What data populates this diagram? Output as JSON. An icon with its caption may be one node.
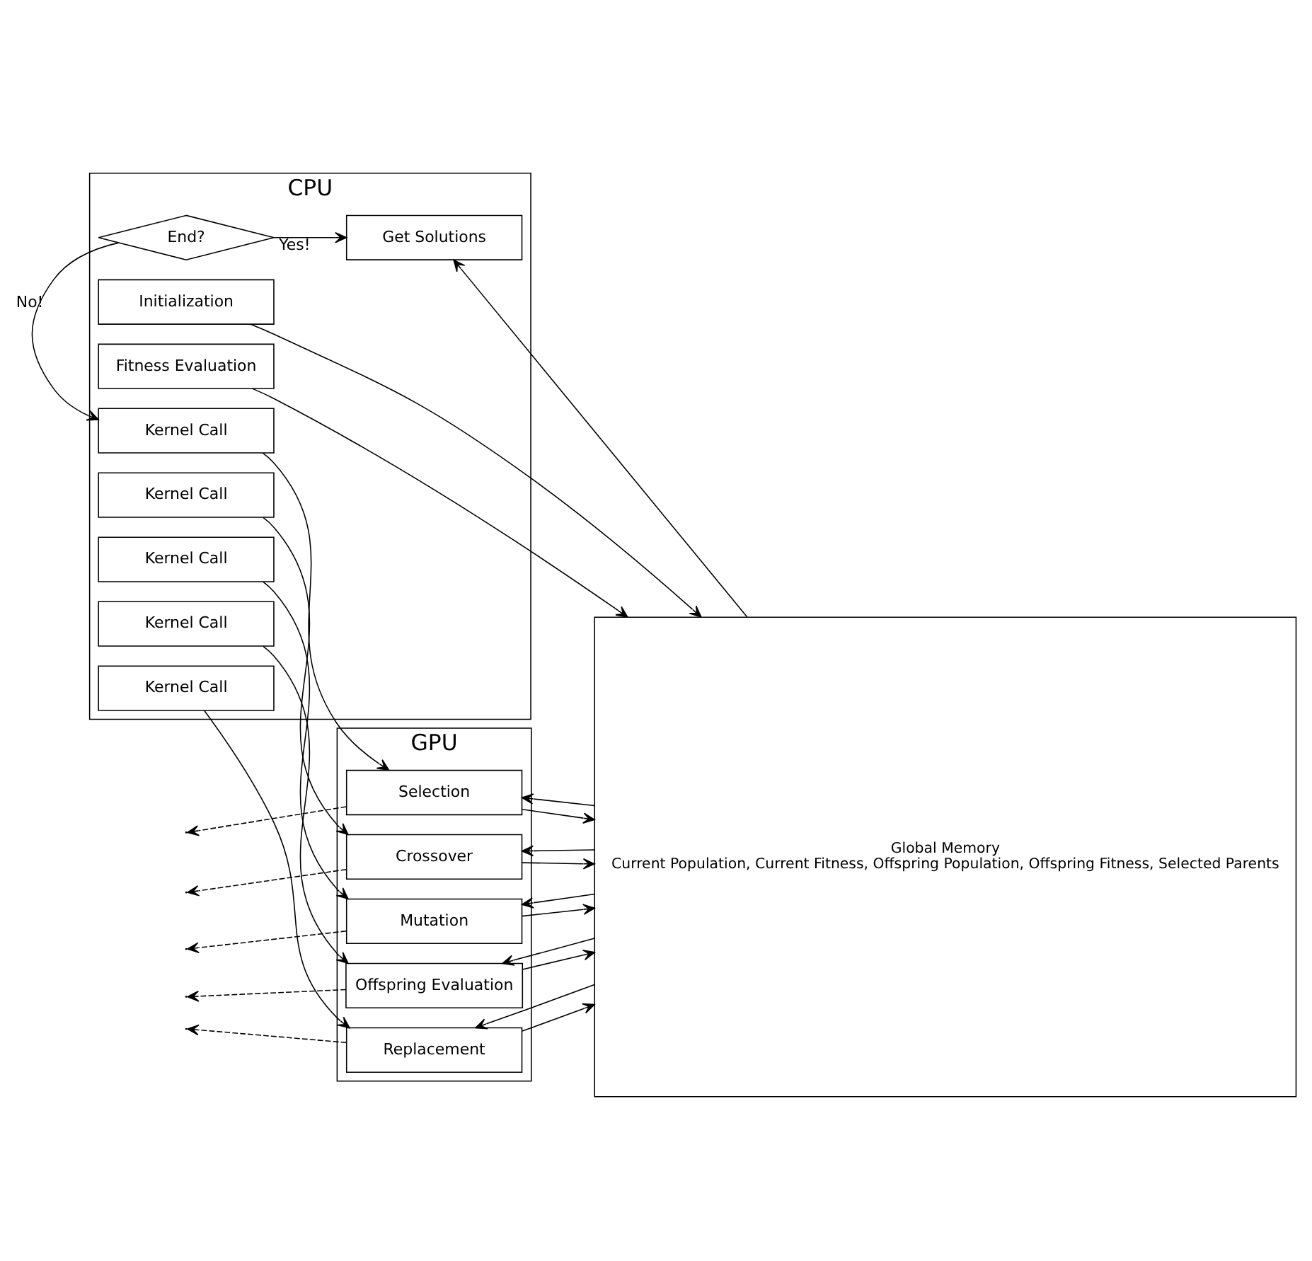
{
  "diagram": {
    "nodes": [
      {
        "text": [
          "CPU"
        ]
      },
      {
        "text": [
          "Initialization"
        ],
        "in": 0
      },
      {
        "text": [
          "Fitness Evaluation"
        ],
        "in": 0
      },
      {
        "text": [
          "Kernel Call"
        ],
        "in": 0
      },
      {
        "text": [
          "Kernel Call"
        ],
        "in": 0
      },
      {
        "text": [
          "Kernel Call"
        ],
        "in": 0
      },
      {
        "text": [
          "Kernel Call"
        ],
        "in": 0
      },
      {
        "text": [
          "Kernel Call"
        ],
        "in": 0
      },
      {
        "text": [
          "End?"
        ],
        "in": 0
      },
      {
        "text": [
          "Get Solutions"
        ],
        "in": 0
      },
      {
        "text": [
          "GPU"
        ]
      },
      {
        "text": [
          "Selection"
        ],
        "in": 10
      },
      {
        "text": [
          "Crossover"
        ],
        "in": 10
      },
      {
        "text": [
          "Mutation"
        ],
        "in": 10
      },
      {
        "text": [
          "Offspring Evaluation"
        ],
        "in": 10
      },
      {
        "text": [
          "Replacement"
        ],
        "in": 10
      },
      {
        "text": [
          "Global Memory",
          "Current Population, Current Fitness, Offspring Population, Offspring Fitness, Selected Parents"
        ]
      }
    ],
    "edges": [
      {
        "from": 1,
        "to": 16,
        "arrow": "to"
      },
      {
        "from": 2,
        "to": 16,
        "arrow": "to"
      },
      {
        "from": 3,
        "to": 11,
        "arrow": "to"
      },
      {
        "from": 11,
        "to": 16,
        "arrow": "to"
      },
      {
        "from": 16,
        "to": 11,
        "arrow": "to"
      },
      {
        "from": 11,
        "to": null,
        "arrow": "to",
        "style": "dashed"
      },
      {
        "from": 4,
        "to": 12,
        "arrow": "to"
      },
      {
        "from": 12,
        "to": 16,
        "arrow": "to"
      },
      {
        "from": 16,
        "to": 12,
        "arrow": "to"
      },
      {
        "from": 12,
        "to": null,
        "arrow": "to",
        "style": "dashed"
      },
      {
        "from": 5,
        "to": 13,
        "arrow": "to"
      },
      {
        "from": 13,
        "to": 16,
        "arrow": "to"
      },
      {
        "from": 16,
        "to": 13,
        "arrow": "to"
      },
      {
        "from": 13,
        "to": null,
        "arrow": "to",
        "style": "dashed"
      },
      {
        "from": 6,
        "to": 14,
        "arrow": "to"
      },
      {
        "from": 14,
        "to": 16,
        "arrow": "to"
      },
      {
        "from": 16,
        "to": 14,
        "arrow": "to"
      },
      {
        "from": 14,
        "to": null,
        "arrow": "to",
        "style": "dashed"
      },
      {
        "from": 7,
        "to": 15,
        "arrow": "to"
      },
      {
        "from": 15,
        "to": 16,
        "arrow": "to"
      },
      {
        "from": 16,
        "to": 15,
        "arrow": "to"
      },
      {
        "from": 15,
        "to": null,
        "arrow": "to",
        "style": "dashed"
      },
      {
        "from": 8,
        "to": 3,
        "arrow": "to",
        "label": "No!"
      },
      {
        "from": 8,
        "to": 9,
        "arrow": "to",
        "label": "Yes!"
      },
      {
        "from": 16,
        "to": 9,
        "arrow": "to"
      }
    ]
  }
}
